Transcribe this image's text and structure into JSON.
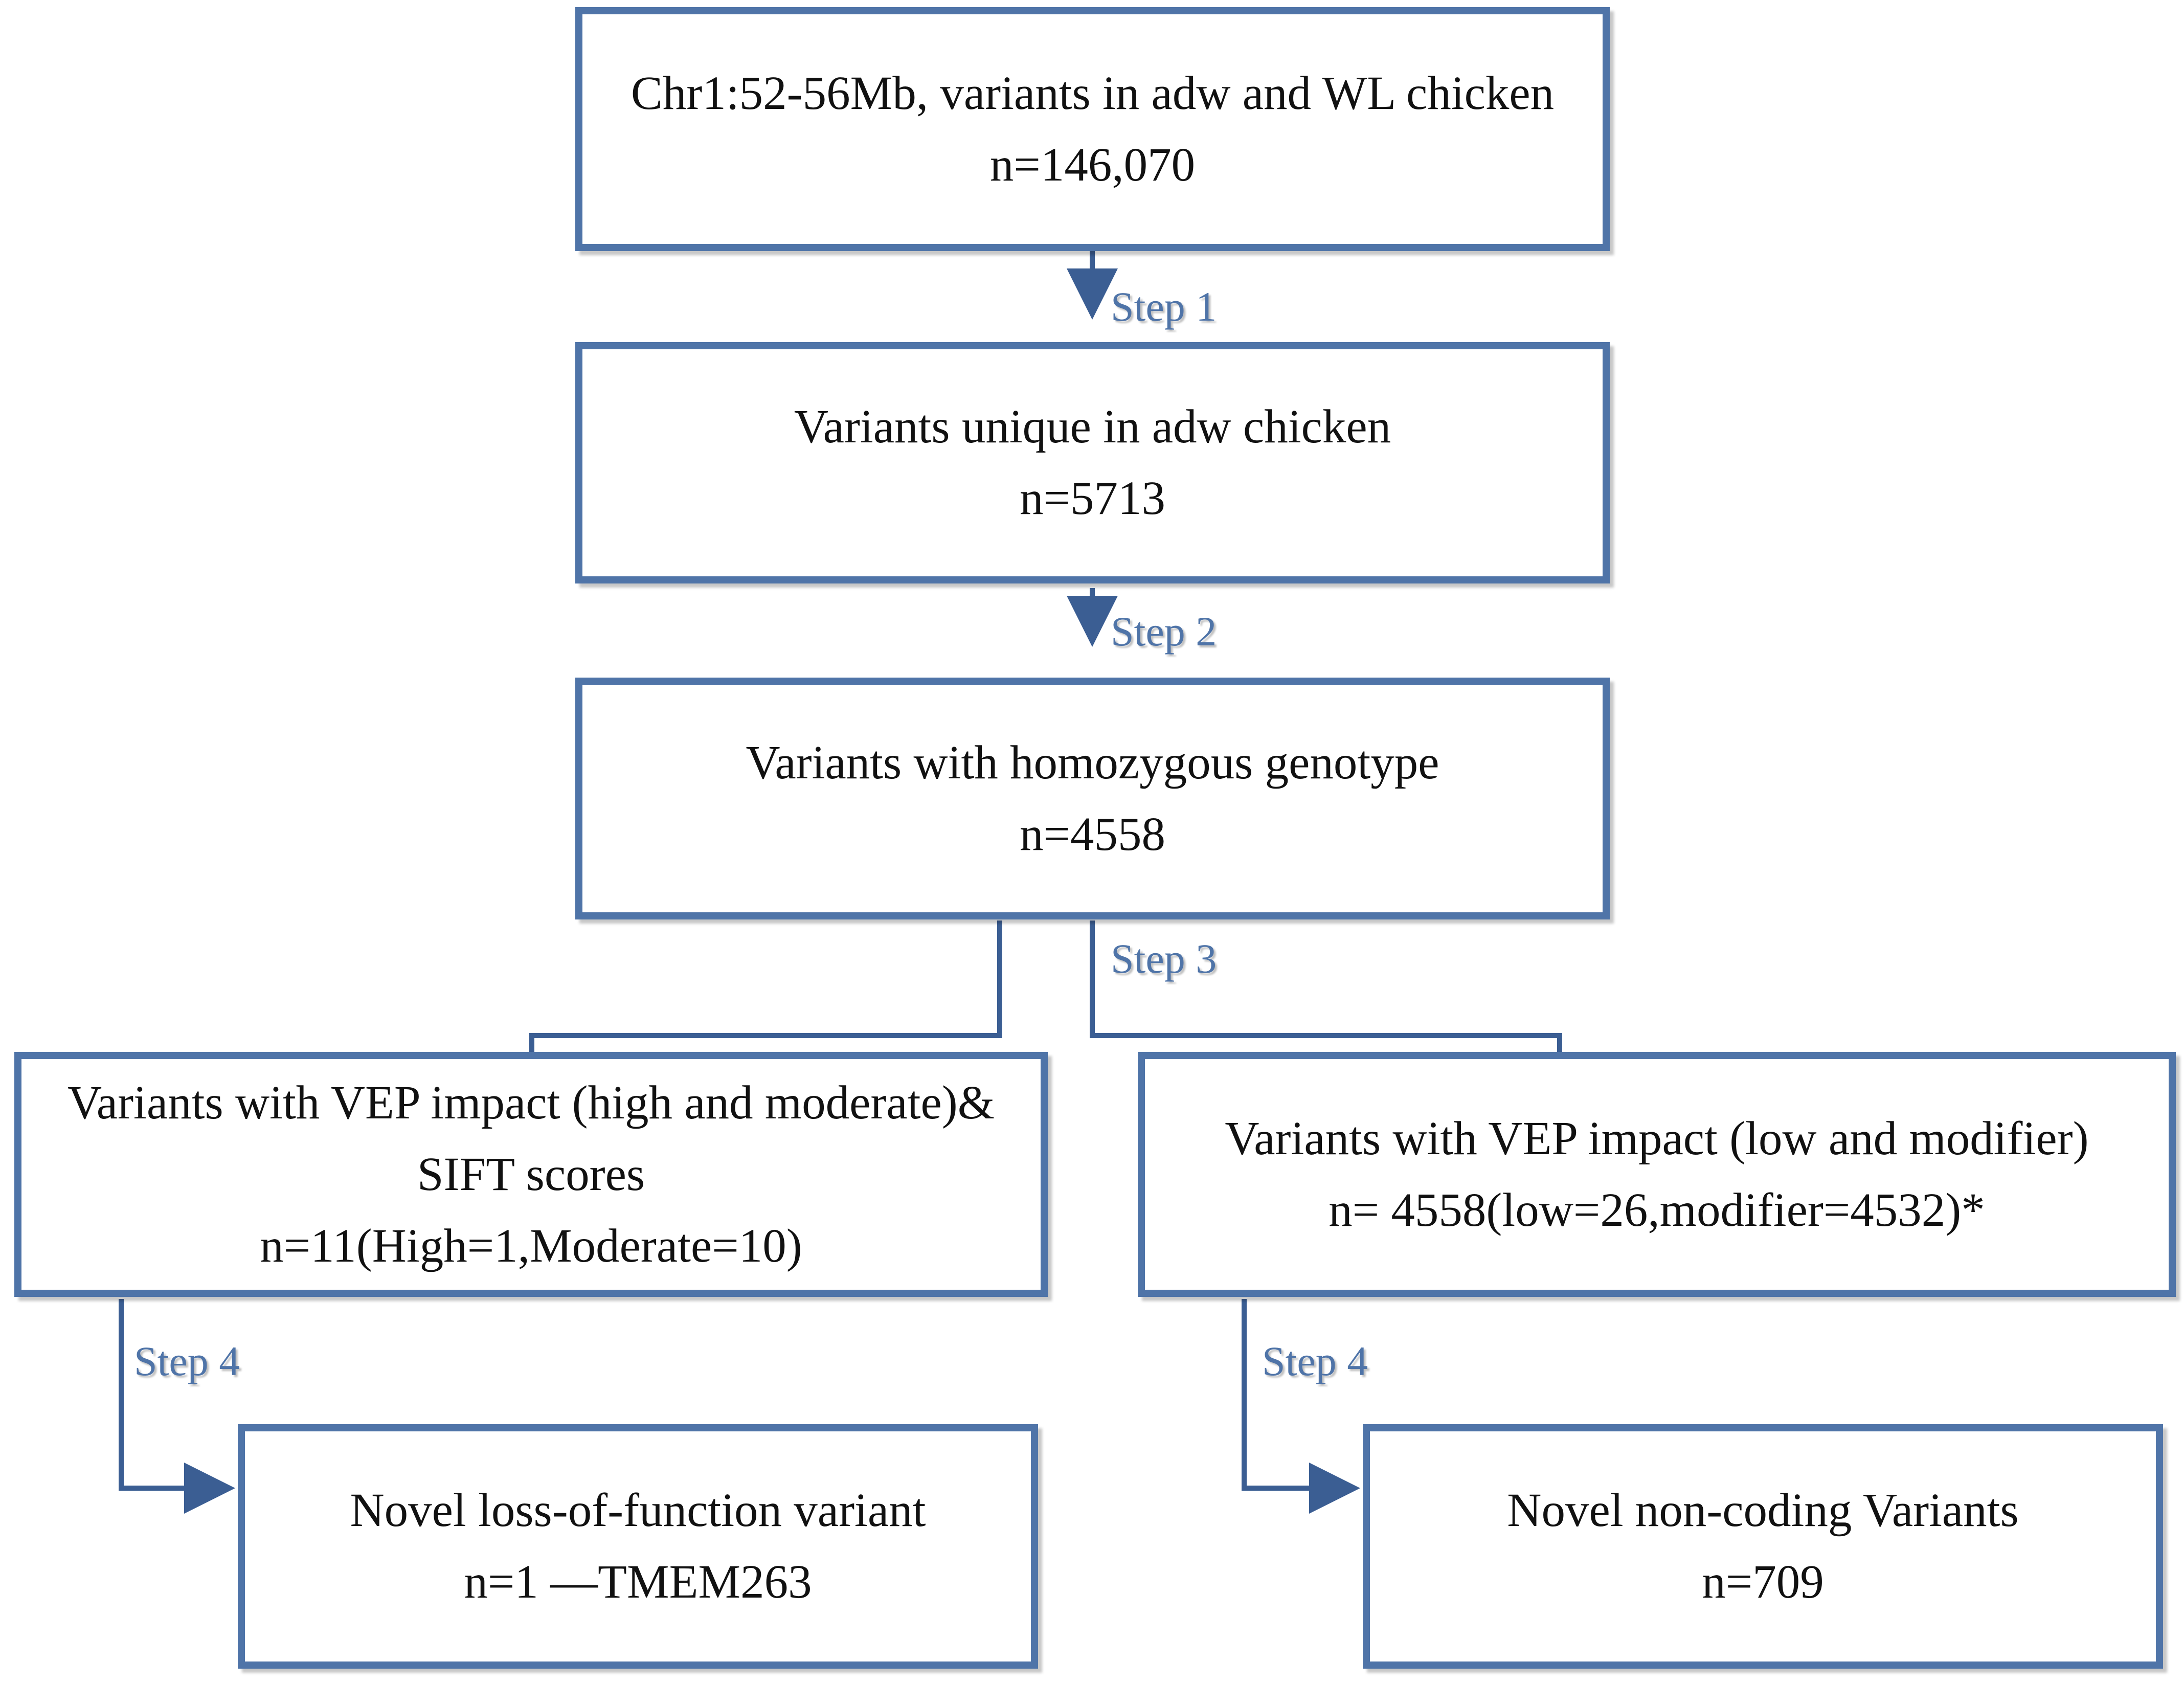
{
  "colors": {
    "box_border": "#4f74a8",
    "connector": "#3b5e93",
    "step_label": "#4f74a8",
    "text": "#111111",
    "background": "#ffffff"
  },
  "boxes": {
    "start": {
      "line1": "Chr1:52-56Mb, variants in adw and WL chicken",
      "line2": "n=146,070"
    },
    "unique": {
      "line1": "Variants unique in adw chicken",
      "line2": "n=5713"
    },
    "homozygous": {
      "line1": "Variants with homozygous genotype",
      "line2": "n=4558"
    },
    "high_moderate": {
      "line1": "Variants with VEP impact (high and moderate)&",
      "line2": "SIFT scores",
      "line3": "n=11(High=1,Moderate=10)"
    },
    "low_modifier": {
      "line1": "Variants with VEP impact (low and modifier)",
      "line2": "n= 4558(low=26,modifier=4532)*"
    },
    "loss_of_function": {
      "line1": "Novel loss-of-function variant",
      "line2": "n=1 —TMEM263"
    },
    "non_coding": {
      "line1": "Novel non-coding Variants",
      "line2": "n=709"
    }
  },
  "steps": {
    "step1": "Step 1",
    "step2": "Step 2",
    "step3": "Step 3",
    "step4_left": "Step 4",
    "step4_right": "Step 4"
  }
}
